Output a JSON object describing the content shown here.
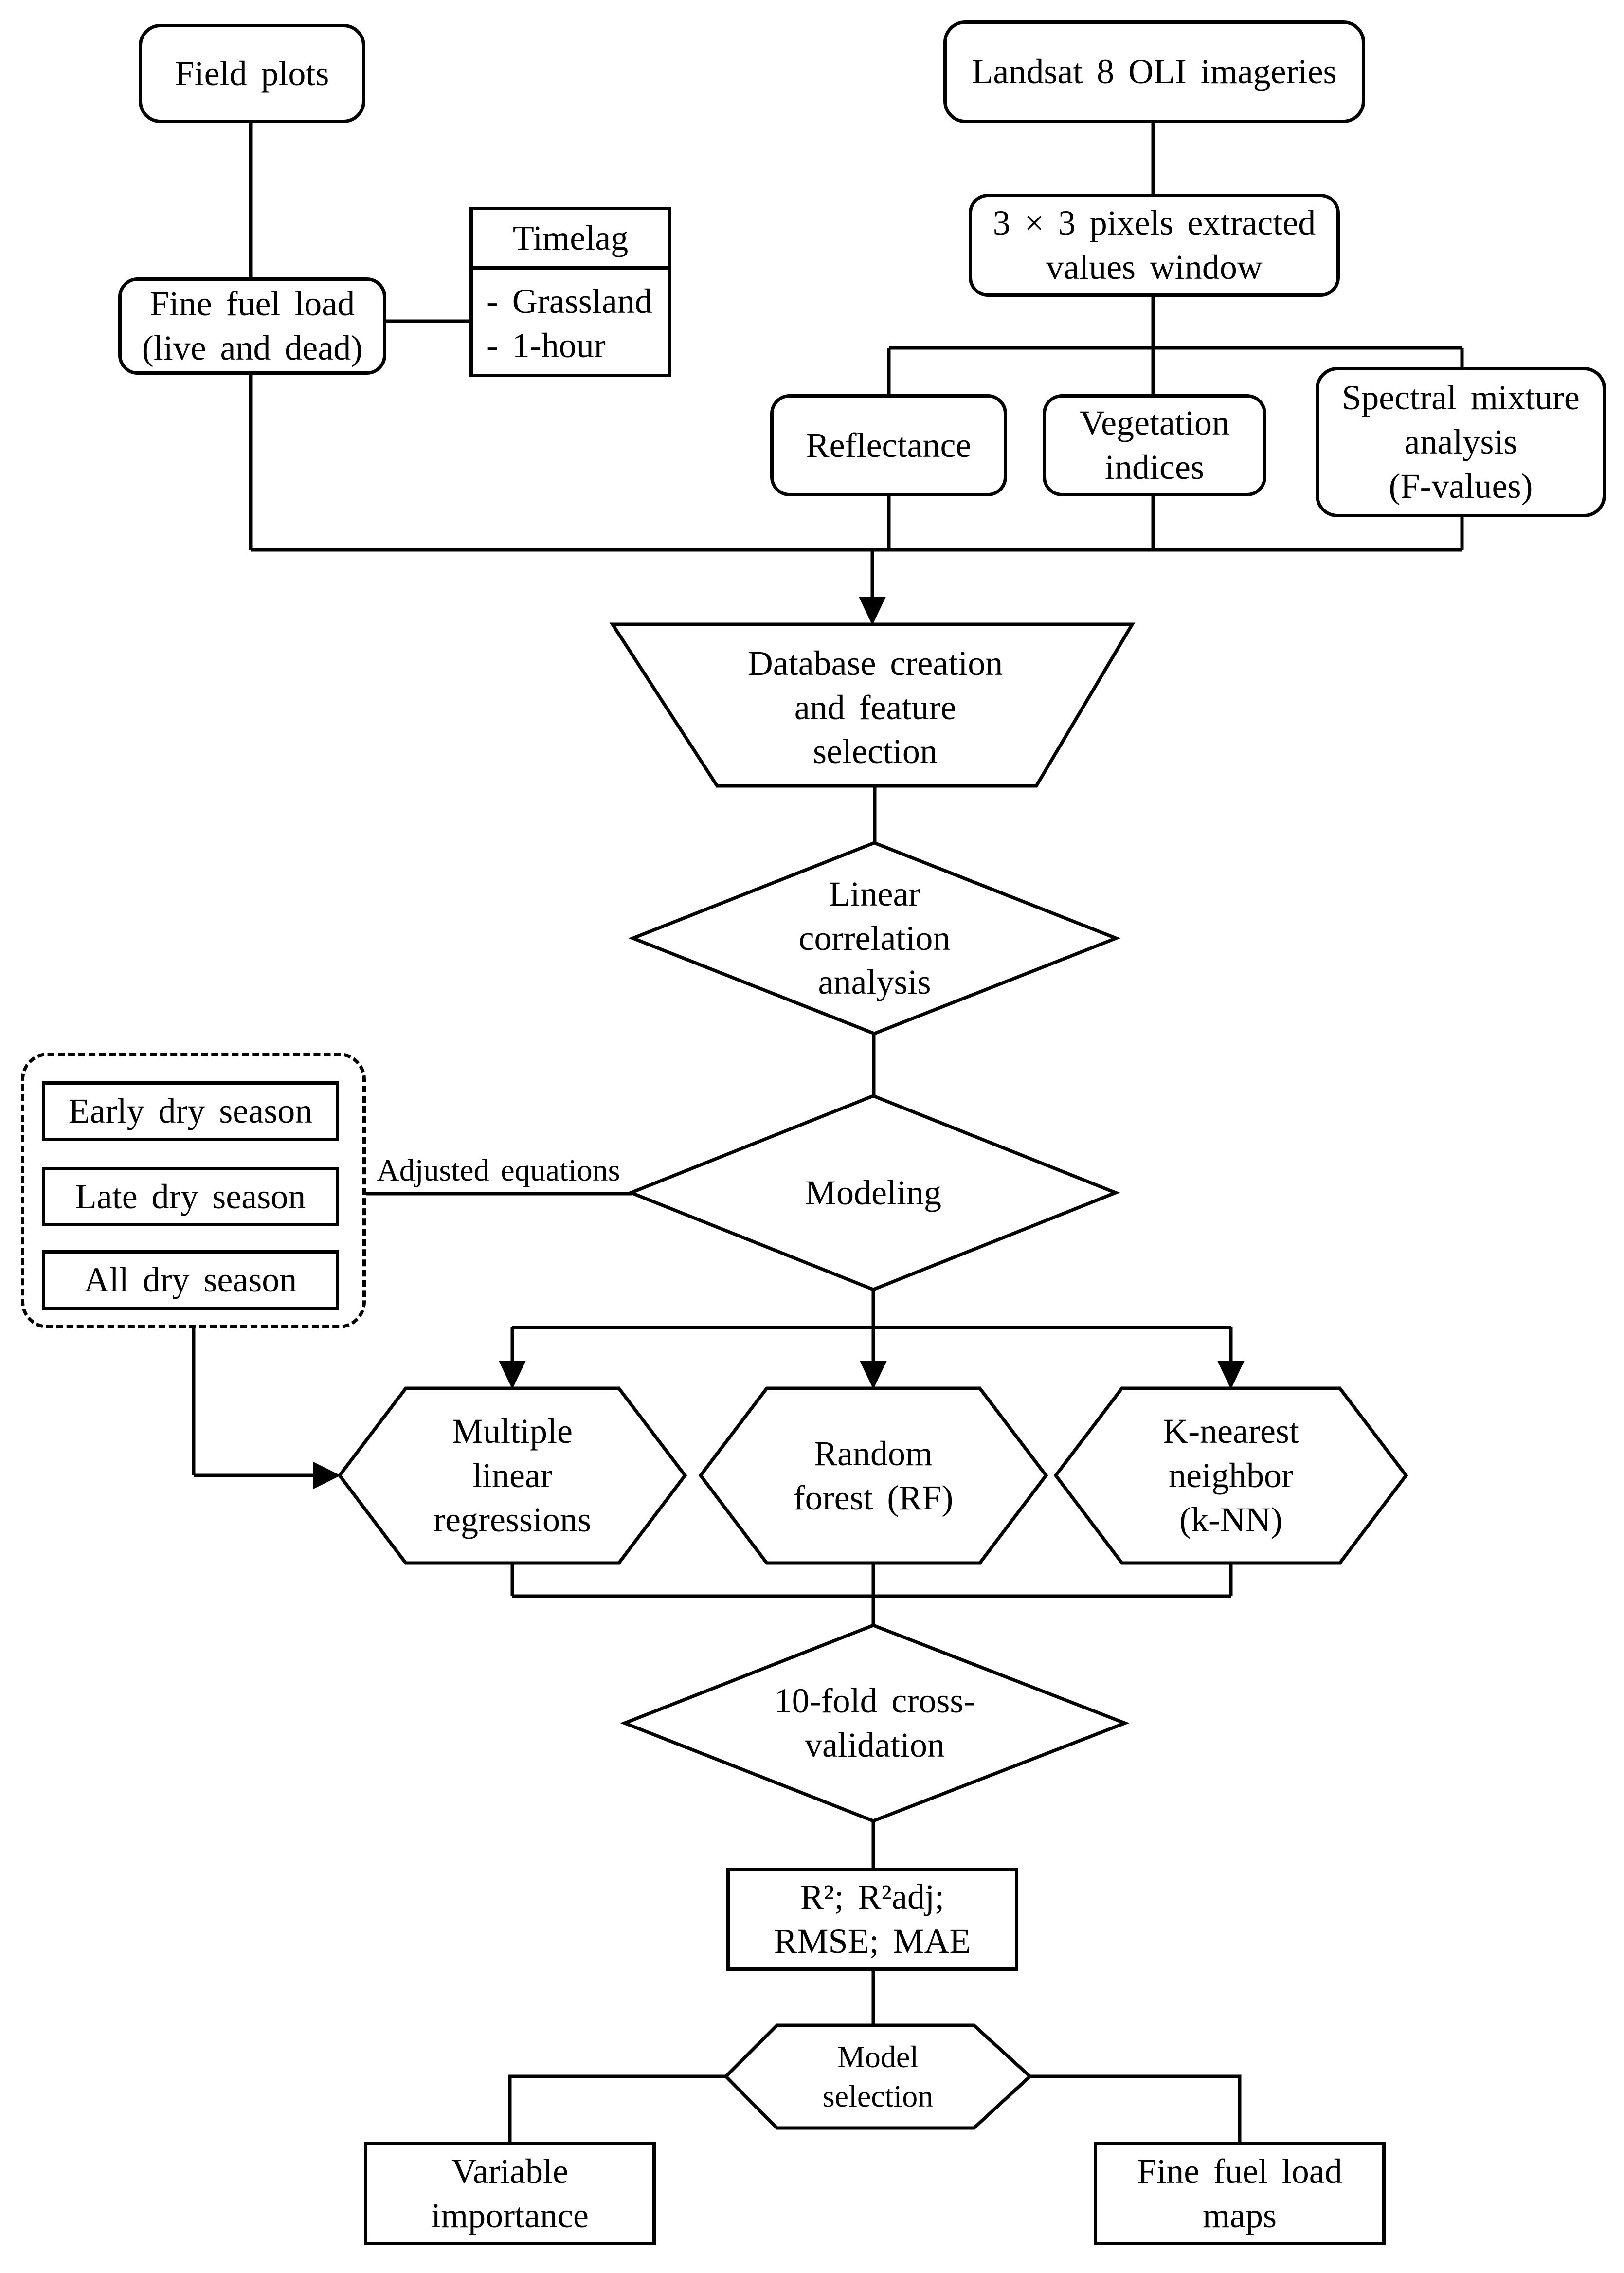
{
  "figure": {
    "type": "flowchart",
    "colors": {
      "background": "#ffffff",
      "line": "#000000",
      "text": "#000000"
    },
    "nodes": {
      "field_plots": {
        "label": "Field plots",
        "shape": "rounded-rect"
      },
      "landsat": {
        "label": "Landsat 8 OLI imageries",
        "shape": "rounded-rect"
      },
      "pixels_window": {
        "label": "3 × 3 pixels extracted\nvalues window",
        "shape": "rounded-rect"
      },
      "fine_fuel_load": {
        "label": "Fine fuel load\n(live and dead)",
        "shape": "rounded-rect"
      },
      "timelag": {
        "header": "Timelag",
        "items": [
          "- Grassland",
          "- 1-hour"
        ],
        "shape": "table"
      },
      "reflectance": {
        "label": "Reflectance",
        "shape": "rounded-rect"
      },
      "vegetation_indices": {
        "label": "Vegetation\nindices",
        "shape": "rounded-rect"
      },
      "spectral_mixture": {
        "label": "Spectral mixture\nanalysis\n(F-values)",
        "shape": "rounded-rect"
      },
      "database_creation": {
        "label": "Database creation\nand feature\nselection",
        "shape": "trapezoid"
      },
      "linear_correlation": {
        "label": "Linear\ncorrelation\nanalysis",
        "shape": "diamond"
      },
      "season_group": {
        "items": [
          "Early dry season",
          "Late dry season",
          "All dry season"
        ],
        "shape": "dashed-group"
      },
      "adjusted_equations": {
        "label": "Adjusted equations",
        "type": "edge-label"
      },
      "modeling": {
        "label": "Modeling",
        "shape": "diamond"
      },
      "multiple_linear_regressions": {
        "label": "Multiple\nlinear\nregressions",
        "shape": "hexagon"
      },
      "random_forest": {
        "label": "Random\nforest (RF)",
        "shape": "hexagon"
      },
      "k_nearest_neighbor": {
        "label": "K-nearest\nneighbor\n(k-NN)",
        "shape": "hexagon"
      },
      "cross_validation": {
        "label": "10-fold cross-\nvalidation",
        "shape": "diamond"
      },
      "metrics": {
        "label": "R²; R²adj;\nRMSE; MAE",
        "shape": "rect"
      },
      "model_selection": {
        "label": "Model\nselection",
        "shape": "hexagon"
      },
      "variable_importance": {
        "label": "Variable\nimportance",
        "shape": "rect"
      },
      "fine_fuel_load_maps": {
        "label": "Fine fuel load\nmaps",
        "shape": "rect"
      }
    }
  }
}
